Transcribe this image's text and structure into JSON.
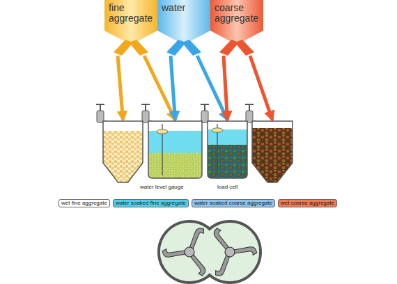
{
  "diagram": {
    "nodes": [
      {
        "text": [
          "fine aggregate"
        ]
      },
      {
        "text": [
          "water"
        ]
      },
      {
        "text": [
          "coarse aggregate"
        ]
      },
      {
        "text": [
          "wet fine aggregate"
        ]
      },
      {
        "text": [
          "water soaked fine aggregate"
        ]
      },
      {
        "text": [
          "water soaked coarse aggregate"
        ]
      },
      {
        "text": [
          "wet coarse aggregate"
        ]
      }
    ],
    "edges": [
      {
        "from": 0,
        "to": 3,
        "arrow": "to"
      },
      {
        "from": 0,
        "to": 4,
        "arrow": "to"
      },
      {
        "from": 1,
        "to": 4,
        "arrow": "to"
      },
      {
        "from": 1,
        "to": 5,
        "arrow": "to"
      },
      {
        "from": 2,
        "to": 5,
        "arrow": "to"
      },
      {
        "from": 2,
        "to": 6,
        "arrow": "to"
      }
    ],
    "labels": [
      "water level gauge",
      "load cell"
    ]
  }
}
